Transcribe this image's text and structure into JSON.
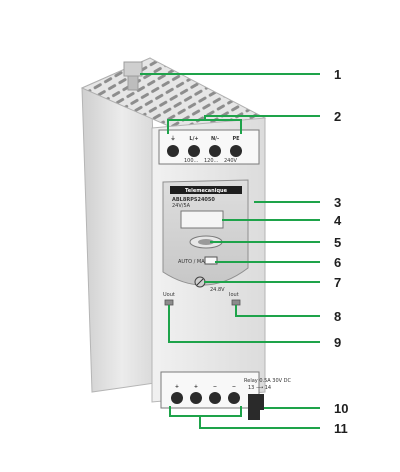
{
  "device": {
    "brand_plate": "Telemecanique",
    "model": "ABL8RPS24050",
    "rating": "24V/5A",
    "top_terminal_marks": [
      "⏚",
      "L/+",
      "N/-",
      "PE"
    ],
    "top_terminal_sub": [
      "100...",
      "120...",
      "240V"
    ],
    "adjust_label": "24.8V",
    "reset_label": "AUTO / MANU",
    "led_left": "Uout",
    "led_right": "Iout",
    "bottom_terminal_marks": [
      "+",
      "+",
      "−",
      "−"
    ],
    "relay_label": "Relay 0.5A 30V DC",
    "relay_sub": "13 ⟶ 14"
  },
  "callouts": [
    {
      "id": "1"
    },
    {
      "id": "2"
    },
    {
      "id": "3"
    },
    {
      "id": "4"
    },
    {
      "id": "5"
    },
    {
      "id": "6"
    },
    {
      "id": "7"
    },
    {
      "id": "8"
    },
    {
      "id": "9"
    },
    {
      "id": "10"
    },
    {
      "id": "11"
    }
  ],
  "colors": {
    "leader": "#1ea34a",
    "housing": "#e9e9e9",
    "housing_shadow": "#bdbdbd",
    "front_panel": "#f4f4f4",
    "terminal_block": "#f7f7f7",
    "screw": "#2b2b2b"
  }
}
